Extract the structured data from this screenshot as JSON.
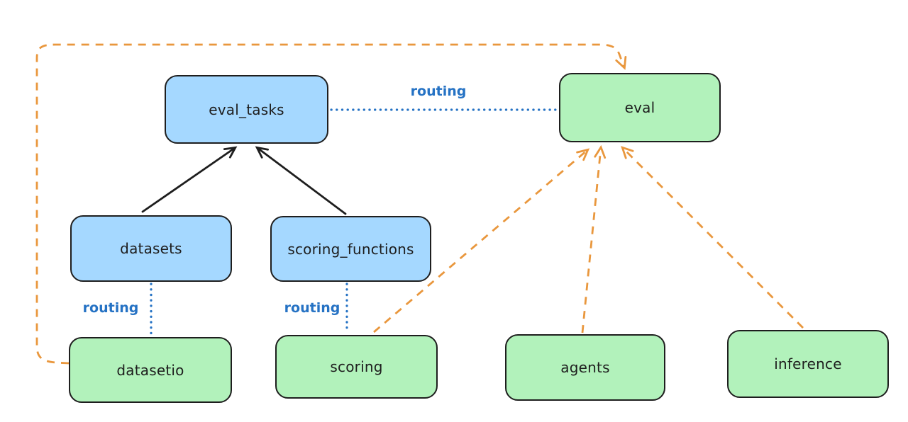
{
  "nodes": {
    "eval_tasks": {
      "label": "eval_tasks",
      "kind": "resource",
      "fill": "#a5d8ff"
    },
    "eval": {
      "label": "eval",
      "kind": "api",
      "fill": "#b2f2bb"
    },
    "datasets": {
      "label": "datasets",
      "kind": "resource",
      "fill": "#a5d8ff"
    },
    "scoring_functions": {
      "label": "scoring_functions",
      "kind": "resource",
      "fill": "#a5d8ff"
    },
    "datasetio": {
      "label": "datasetio",
      "kind": "api",
      "fill": "#b2f2bb"
    },
    "scoring": {
      "label": "scoring",
      "kind": "api",
      "fill": "#b2f2bb"
    },
    "agents": {
      "label": "agents",
      "kind": "api",
      "fill": "#b2f2bb"
    },
    "inference": {
      "label": "inference",
      "kind": "api",
      "fill": "#b2f2bb"
    }
  },
  "edges": {
    "routing_top": {
      "label": "routing",
      "style": "blue-dotted",
      "from": "eval_tasks",
      "to": "eval"
    },
    "routing_datasets": {
      "label": "routing",
      "style": "blue-dotted",
      "from": "datasets",
      "to": "datasetio"
    },
    "routing_scoring": {
      "label": "routing",
      "style": "blue-dotted",
      "from": "scoring_functions",
      "to": "scoring"
    },
    "datasets_to_eval_tasks": {
      "style": "black-solid-arrow",
      "from": "datasets",
      "to": "eval_tasks"
    },
    "scoring_functions_to_eval_tasks": {
      "style": "black-solid-arrow",
      "from": "scoring_functions",
      "to": "eval_tasks"
    },
    "datasetio_to_eval": {
      "style": "orange-dashed-arrow",
      "from": "datasetio",
      "to": "eval"
    },
    "scoring_to_eval": {
      "style": "orange-dashed-arrow",
      "from": "scoring",
      "to": "eval"
    },
    "agents_to_eval": {
      "style": "orange-dashed-arrow",
      "from": "agents",
      "to": "eval"
    },
    "inference_to_eval": {
      "style": "orange-dashed-arrow",
      "from": "inference",
      "to": "eval"
    }
  },
  "colors": {
    "node_blue_fill": "#a5d8ff",
    "node_green_fill": "#b2f2bb",
    "node_stroke": "#1e1e1e",
    "routing_blue": "#2572c4",
    "orange_edge": "#e9973d",
    "background": "#ffffff"
  }
}
